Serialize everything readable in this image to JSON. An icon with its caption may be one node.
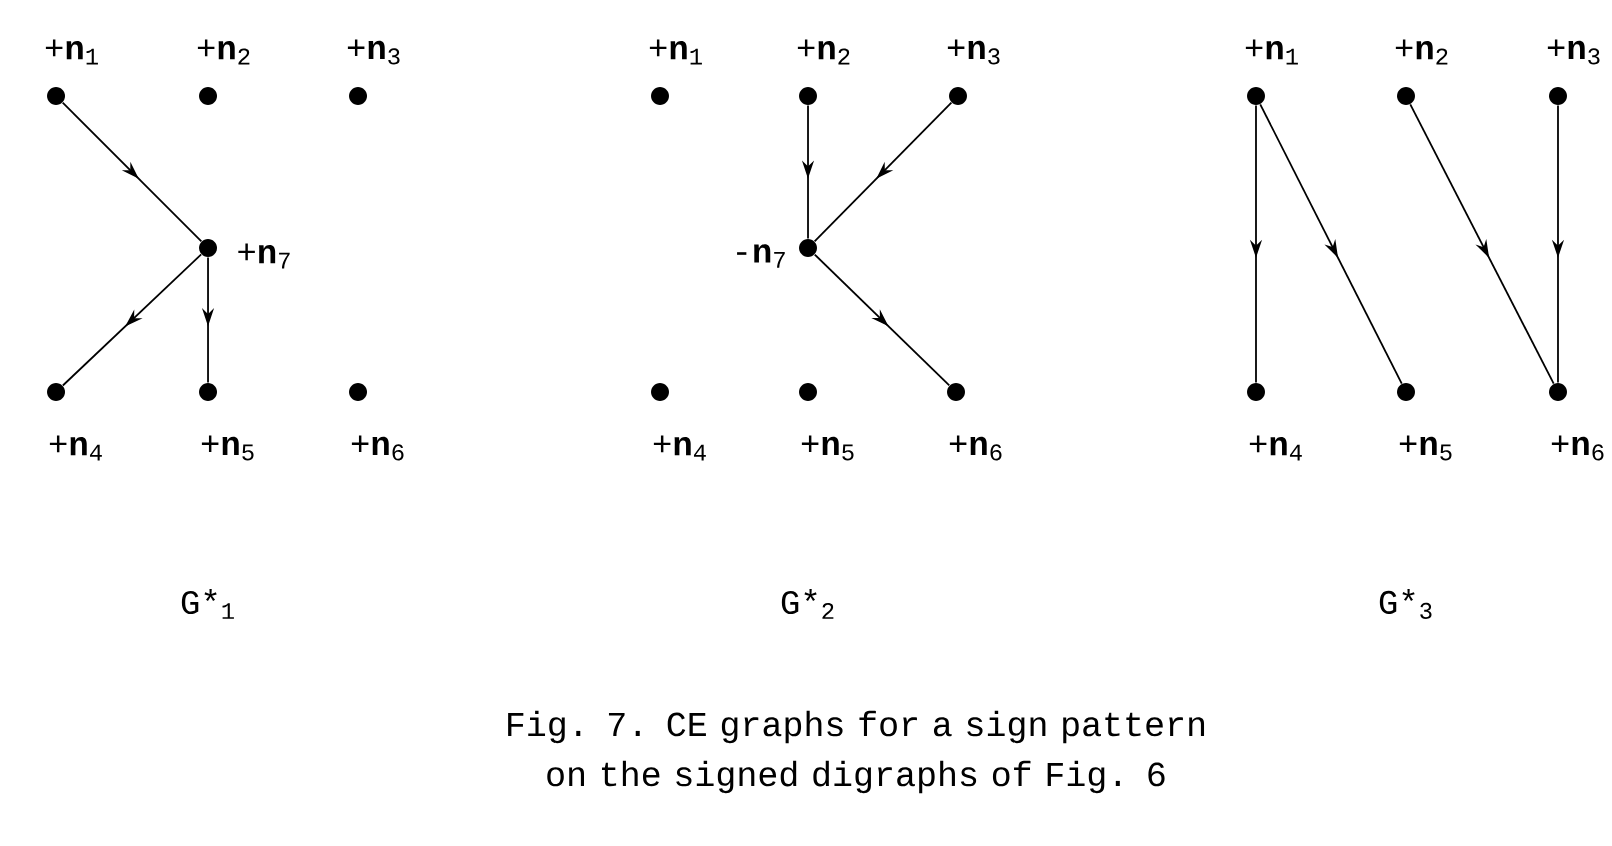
{
  "diagram": {
    "caption": "Fig. 7. CE graphs for a sign pattern on the signed digraphs of Fig. 6",
    "nodes": [
      {
        "text": [],
        "shape": "circle",
        "beside": [
          "+**n**$_{1}$"
        ]
      },
      {
        "text": [],
        "shape": "circle",
        "beside": [
          "+**n**$_{2}$"
        ]
      },
      {
        "text": [],
        "shape": "circle",
        "beside": [
          "+**n**$_{3}$"
        ]
      },
      {
        "text": [],
        "shape": "circle",
        "beside": [
          "+**n**$_{7}$"
        ]
      },
      {
        "text": [],
        "shape": "circle",
        "beside": [
          "+**n**$_{4}$"
        ]
      },
      {
        "text": [],
        "shape": "circle",
        "beside": [
          "+**n**$_{5}$"
        ]
      },
      {
        "text": [],
        "shape": "circle",
        "beside": [
          "+**n**$_{6}$"
        ]
      },
      {
        "text": [],
        "shape": "circle",
        "beside": [
          "+**n**$_{1}$"
        ]
      },
      {
        "text": [],
        "shape": "circle",
        "beside": [
          "+**n**$_{2}$"
        ]
      },
      {
        "text": [],
        "shape": "circle",
        "beside": [
          "+**n**$_{3}$"
        ]
      },
      {
        "text": [],
        "shape": "circle",
        "beside": [
          "-**n**$_{7}$"
        ]
      },
      {
        "text": [],
        "shape": "circle",
        "beside": [
          "+**n**$_{4}$"
        ]
      },
      {
        "text": [],
        "shape": "circle",
        "beside": [
          "+**n**$_{5}$"
        ]
      },
      {
        "text": [],
        "shape": "circle",
        "beside": [
          "+**n**$_{6}$"
        ]
      },
      {
        "text": [],
        "shape": "circle",
        "beside": [
          "+**n**$_{1}$"
        ]
      },
      {
        "text": [],
        "shape": "circle",
        "beside": [
          "+**n**$_{2}$"
        ]
      },
      {
        "text": [],
        "shape": "circle",
        "beside": [
          "+**n**$_{3}$"
        ]
      },
      {
        "text": [],
        "shape": "circle",
        "beside": [
          "+**n**$_{4}$"
        ]
      },
      {
        "text": [],
        "shape": "circle",
        "beside": [
          "+**n**$_{5}$"
        ]
      },
      {
        "text": [],
        "shape": "circle",
        "beside": [
          "+**n**$_{6}$"
        ]
      }
    ],
    "edges": [
      {
        "from": 0,
        "to": 3,
        "arrow": "to"
      },
      {
        "from": 3,
        "to": 4,
        "arrow": "to"
      },
      {
        "from": 3,
        "to": 5,
        "arrow": "to"
      },
      {
        "from": 8,
        "to": 10,
        "arrow": "to"
      },
      {
        "from": 9,
        "to": 10,
        "arrow": "to"
      },
      {
        "from": 10,
        "to": 13,
        "arrow": "to"
      },
      {
        "from": 14,
        "to": 17,
        "arrow": "to"
      },
      {
        "from": 14,
        "to": 18,
        "arrow": "to"
      },
      {
        "from": 15,
        "to": 19,
        "arrow": "to"
      },
      {
        "from": 16,
        "to": 19,
        "arrow": "to"
      }
    ],
    "labels": [
      "G*$_{1}$",
      "G*$_{2}$",
      "G*$_{3}$"
    ]
  }
}
